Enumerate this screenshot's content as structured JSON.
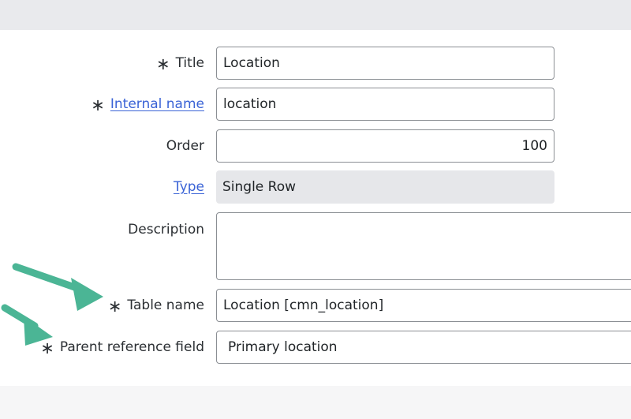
{
  "required_marker": "∗",
  "fields": {
    "title": {
      "label": "Title",
      "value": "Location"
    },
    "internal_name": {
      "label": "Internal name",
      "value": "location"
    },
    "order": {
      "label": "Order",
      "value": "100"
    },
    "type": {
      "label": "Type",
      "value": "Single Row"
    },
    "description": {
      "label": "Description",
      "value": ""
    },
    "table_name": {
      "label": "Table name",
      "value": "Location [cmn_location]"
    },
    "parent_reference_field": {
      "label": "Parent reference field",
      "value": "Primary location"
    }
  },
  "colors": {
    "link": "#3a63d6",
    "annotation_arrow": "#4bb595"
  },
  "icons": {
    "annotation_arrow_1": "arrow-annotation-icon",
    "annotation_arrow_2": "arrow-annotation-icon"
  }
}
